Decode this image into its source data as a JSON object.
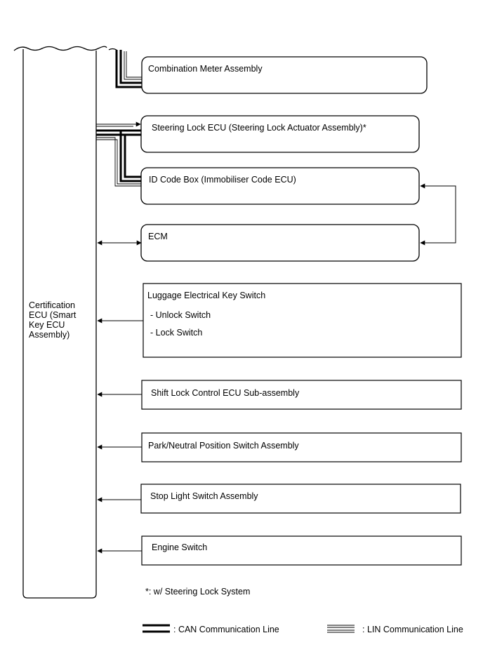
{
  "certification_ecu": {
    "label": "Certification ECU (Smart Key ECU Assembly)"
  },
  "components": {
    "combination_meter": "Combination Meter Assembly",
    "steering_lock_ecu": "Steering Lock ECU (Steering Lock Actuator Assembly)*",
    "id_code_box": "ID Code Box (Immobiliser Code ECU)",
    "ecm": "ECM",
    "luggage_switch": {
      "title": "Luggage Electrical Key Switch",
      "items": [
        "- Unlock Switch",
        "- Lock Switch"
      ]
    },
    "shift_lock_ecu": "Shift Lock Control ECU Sub-assembly",
    "park_neutral_switch": "Park/Neutral Position Switch Assembly",
    "stop_light_switch": "Stop Light Switch Assembly",
    "engine_switch": "Engine Switch"
  },
  "footnote": "*: w/ Steering Lock System",
  "legend": {
    "can": ": CAN Communication Line",
    "lin": ": LIN Communication Line"
  }
}
